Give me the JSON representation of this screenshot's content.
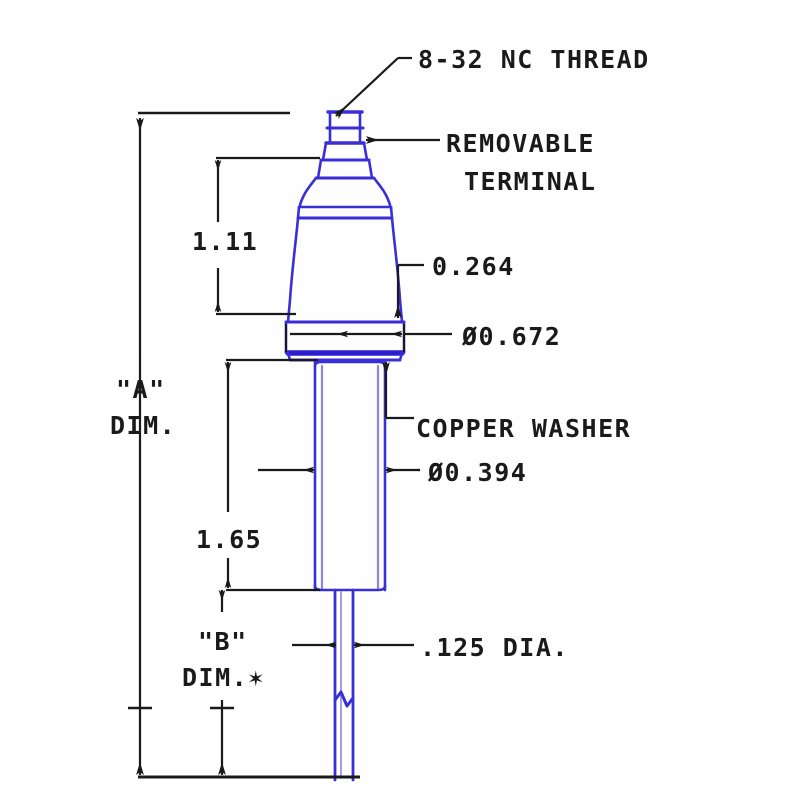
{
  "drawing": {
    "title": "Spark Igniter Assembly Dimensioned Drawing",
    "colors": {
      "part_outline": "#3a2fd6",
      "part_outline_light": "#8c86e0",
      "dimension_line": "#1a1a1a",
      "background": "#fefefe"
    },
    "annotations": {
      "thread_note": "8-32 NC THREAD",
      "removable_line1": "REMOVABLE",
      "removable_line2": "TERMINAL",
      "terminal_height": "1.11",
      "shoulder_thickness": "0.264",
      "hex_diameter": "Ø0.672",
      "copper_washer": "COPPER WASHER",
      "body_diameter": "Ø0.394",
      "body_length": "1.65",
      "pin_diameter": ".125  DIA.",
      "a_dim_label": "\"A\"",
      "a_dim_sub": "DIM.",
      "b_dim_label": "\"B\"",
      "b_dim_sub": "DIM.✶"
    }
  }
}
